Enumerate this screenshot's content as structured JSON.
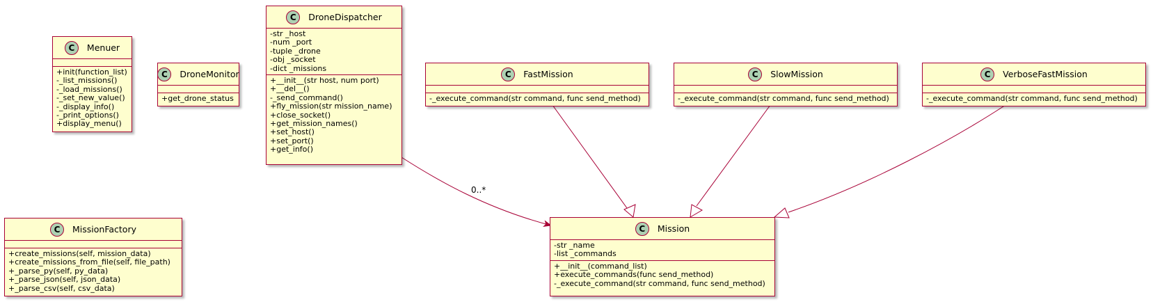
{
  "diagram": {
    "classes": {
      "menuer": {
        "stereotype": "C",
        "name": "Menuer",
        "fields": [],
        "methods": [
          "+init(function_list)",
          "-_list_missions()",
          "-_load_missions()",
          "-_set_new_value()",
          "-_display_info()",
          "-_print_options()",
          "+display_menu()"
        ]
      },
      "drone_monitor": {
        "stereotype": "C",
        "name": "DroneMonitor",
        "fields": [],
        "methods": [
          "+get_drone_status"
        ]
      },
      "drone_dispatcher": {
        "stereotype": "C",
        "name": "DroneDispatcher",
        "fields": [
          "-str _host",
          "-num _port",
          "-tuple _drone",
          "-obj _socket",
          "-dict _missions"
        ],
        "methods": [
          "+__init__(str host, num port)",
          "+__del__()",
          "-_send_command()",
          "+fly_mission(str mission_name)",
          "+close_socket()",
          "+get_mission_names()",
          "+set_host()",
          "+set_port()",
          "+get_info()"
        ]
      },
      "fast_mission": {
        "stereotype": "C",
        "name": "FastMission",
        "fields": [],
        "methods": [
          "-_execute_command(str command, func send_method)"
        ]
      },
      "slow_mission": {
        "stereotype": "C",
        "name": "SlowMission",
        "fields": [],
        "methods": [
          "-_execute_command(str command, func send_method)"
        ]
      },
      "verbose_fast_mission": {
        "stereotype": "C",
        "name": "VerboseFastMission",
        "fields": [],
        "methods": [
          "-_execute_command(str command, func send_method)"
        ]
      },
      "mission_factory": {
        "stereotype": "C",
        "name": "MissionFactory",
        "fields": [],
        "methods": [
          "+create_missions(self, mission_data)",
          "+create_missions_from_file(self, file_path)",
          "+_parse_py(self, py_data)",
          "+_parse_json(self, json_data)",
          "+_parse_csv(self, csv_data)"
        ]
      },
      "mission": {
        "stereotype": "C",
        "name": "Mission",
        "fields": [
          "-str _name",
          "-list _commands"
        ],
        "methods": [
          "+__init__(command_list)",
          "+execute_commands(func send_method)",
          "-_execute_command(str command, func send_method)"
        ]
      }
    },
    "relations": {
      "dispatcher_to_mission": {
        "type": "association",
        "multiplicity": "0..*"
      },
      "fast_to_mission": {
        "type": "inheritance"
      },
      "slow_to_mission": {
        "type": "inheritance"
      },
      "verbose_to_mission": {
        "type": "inheritance"
      }
    },
    "colors": {
      "class_fill": "#FEFECE",
      "border": "#A80036",
      "badge_fill": "#ADD1B2"
    }
  }
}
